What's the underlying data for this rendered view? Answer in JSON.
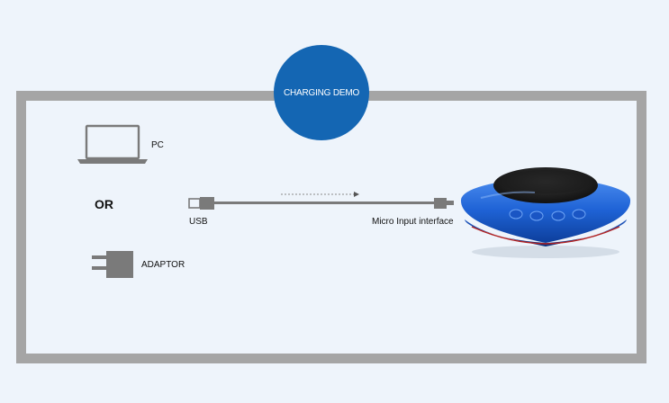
{
  "badge": {
    "text": "CHARGING DEMO"
  },
  "sources": {
    "pc_label": "PC",
    "or_label": "OR",
    "adaptor_label": "ADAPTOR"
  },
  "cable": {
    "usb_label": "USB",
    "micro_label": "Micro Input interface"
  },
  "icons": {
    "pc": "laptop-icon",
    "adaptor": "power-adapter-icon",
    "cable": "usb-cable-icon",
    "device": "speaker-device"
  },
  "colors": {
    "badge": "#1466b3",
    "frame": "#a5a5a5",
    "background": "#eef4fb",
    "device_blue": "#1f63d6",
    "icon_gray": "#7a7a7a"
  }
}
